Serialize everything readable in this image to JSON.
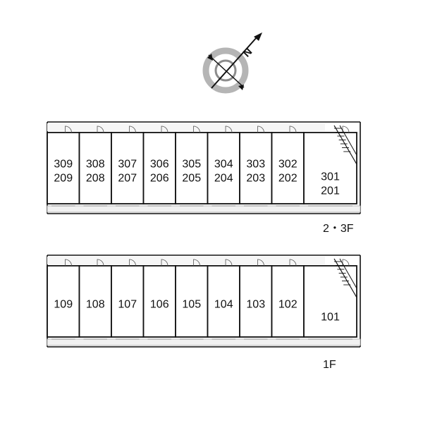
{
  "compass": {
    "letter": "N"
  },
  "floors": [
    {
      "label": "2・3F",
      "units": [
        {
          "lines": [
            "309",
            "209"
          ]
        },
        {
          "lines": [
            "308",
            "208"
          ]
        },
        {
          "lines": [
            "307",
            "207"
          ]
        },
        {
          "lines": [
            "306",
            "206"
          ]
        },
        {
          "lines": [
            "305",
            "205"
          ]
        },
        {
          "lines": [
            "304",
            "204"
          ]
        },
        {
          "lines": [
            "303",
            "203"
          ]
        },
        {
          "lines": [
            "302",
            "202"
          ]
        },
        {
          "lines": [
            "301",
            "201"
          ]
        }
      ]
    },
    {
      "label": "1F",
      "units": [
        {
          "lines": [
            "109"
          ]
        },
        {
          "lines": [
            "108"
          ]
        },
        {
          "lines": [
            "107"
          ]
        },
        {
          "lines": [
            "106"
          ]
        },
        {
          "lines": [
            "105"
          ]
        },
        {
          "lines": [
            "104"
          ]
        },
        {
          "lines": [
            "103"
          ]
        },
        {
          "lines": [
            "102"
          ]
        },
        {
          "lines": [
            "101"
          ]
        }
      ]
    }
  ]
}
